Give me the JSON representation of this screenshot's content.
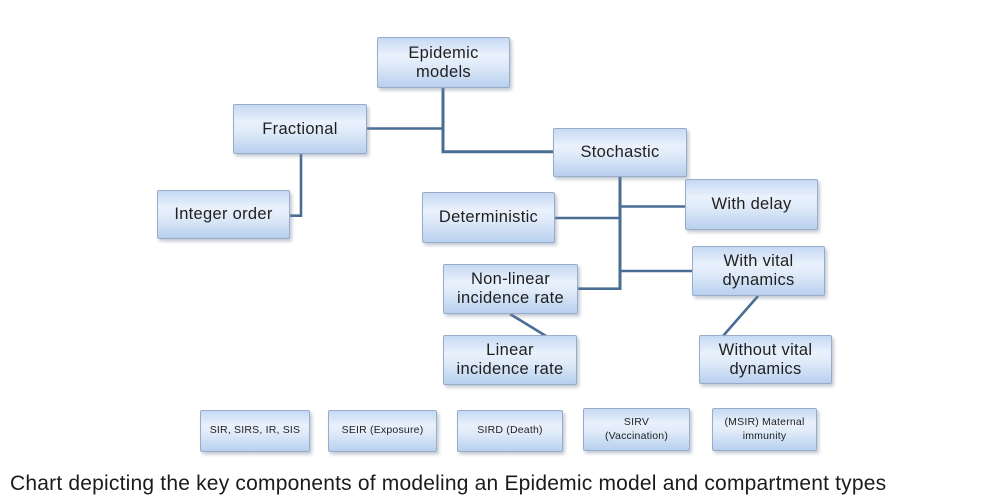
{
  "diagram": {
    "nodes": {
      "epidemic_models": {
        "label": "Epidemic\nmodels"
      },
      "fractional": {
        "label": "Fractional"
      },
      "integer_order": {
        "label": "Integer order"
      },
      "stochastic": {
        "label": "Stochastic"
      },
      "deterministic": {
        "label": "Deterministic"
      },
      "with_delay": {
        "label": "With delay"
      },
      "with_vital": {
        "label": "With vital\ndynamics"
      },
      "without_vital": {
        "label": "Without vital\ndynamics"
      },
      "nonlinear": {
        "label": "Non-linear\nincidence rate"
      },
      "linear": {
        "label": "Linear\nincidence rate"
      },
      "sir": {
        "label": "SIR, SIRS, IR, SIS"
      },
      "seir": {
        "label": "SEIR (Exposure)"
      },
      "sird": {
        "label": "SIRD (Death)"
      },
      "sirv": {
        "label": "SIRV\n(Vaccination)"
      },
      "msir": {
        "label": "(MSIR) Maternal\nimmunity"
      }
    },
    "caption": "Chart depicting the key components of modeling an Epidemic model and compartment types",
    "colors": {
      "connector": "#4a6d94",
      "box_border": "#98acca",
      "box_fill_top": "#c6d9f3",
      "box_fill_light": "#e9f1fc",
      "box_fill_mid": "#e0ebf9",
      "box_fill_bottom": "#b8d0ee",
      "text": "#1f1f1f",
      "caption_text": "#1b1b1b"
    }
  }
}
